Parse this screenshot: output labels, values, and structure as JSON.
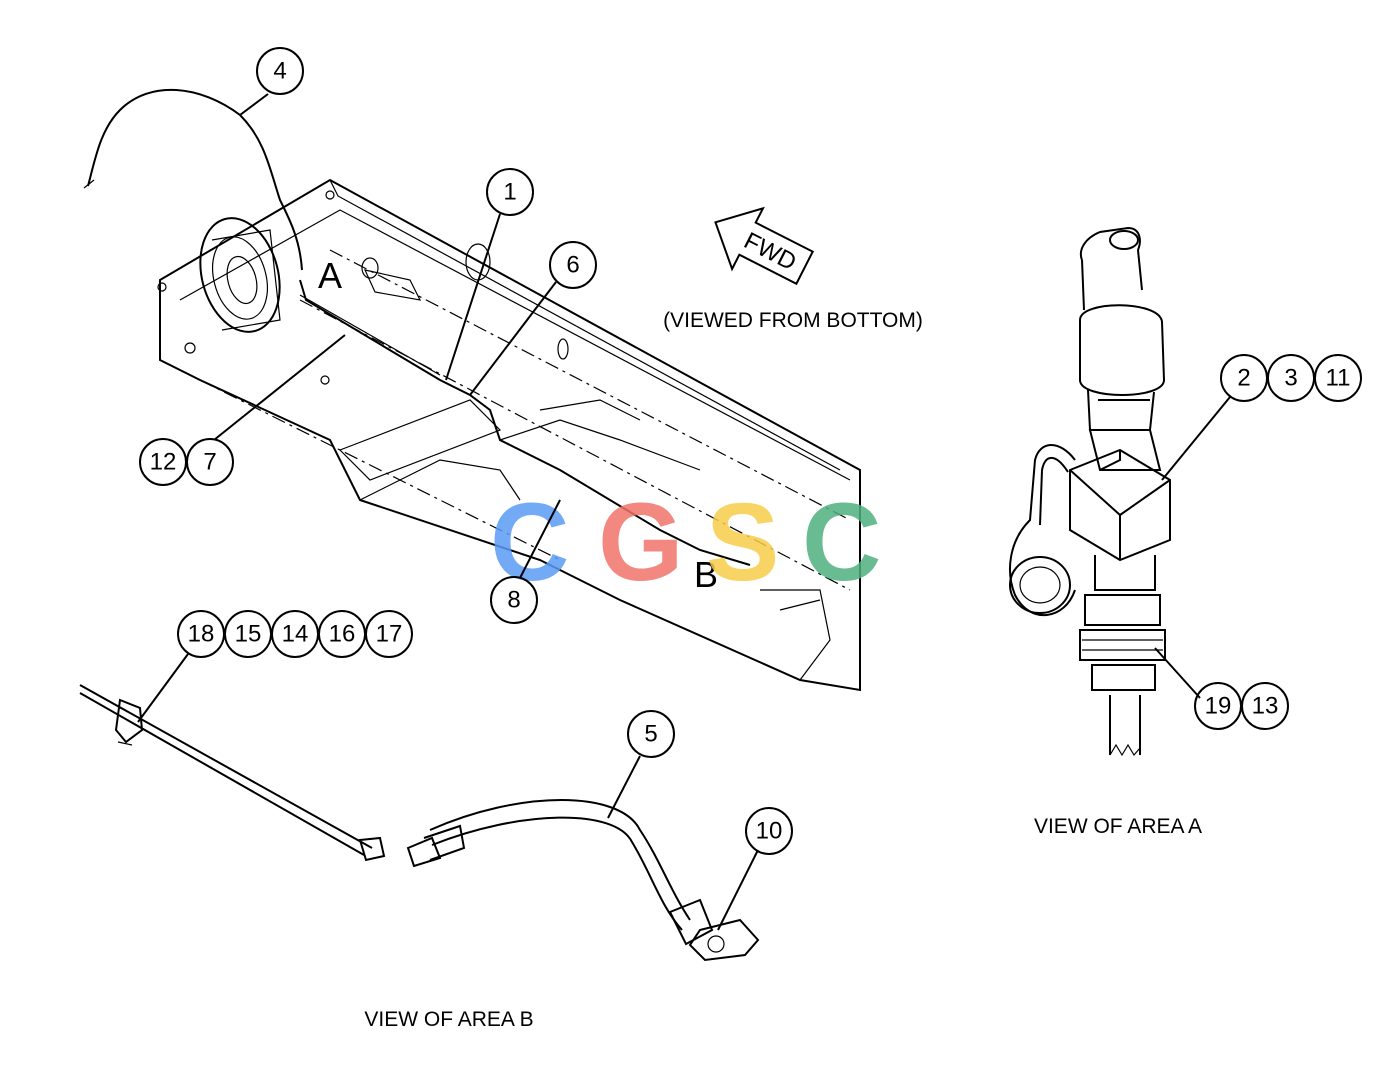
{
  "captions": {
    "viewed_from": "(VIEWED FROM BOTTOM)",
    "view_area_a": "VIEW OF AREA A",
    "view_area_b": "VIEW OF AREA B",
    "fwd": "FWD",
    "area_a": "A",
    "area_b": "B"
  },
  "watermark": {
    "letters": [
      "C",
      "G",
      "S",
      "C"
    ],
    "colors": [
      "#5b9cf5",
      "#f07469",
      "#f6cd4a",
      "#4fb07e"
    ]
  },
  "callouts": [
    "4",
    "1",
    "6",
    "12",
    "7",
    "8",
    "2",
    "3",
    "11",
    "19",
    "13",
    "18",
    "15",
    "14",
    "16",
    "17",
    "5",
    "10"
  ]
}
